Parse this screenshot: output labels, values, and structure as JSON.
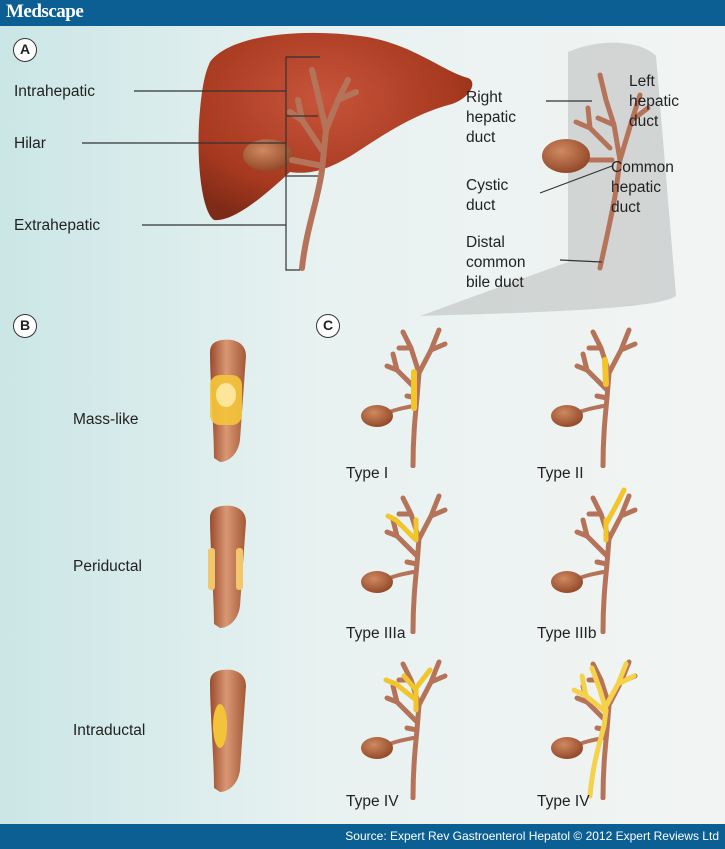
{
  "header": {
    "brand": "Medscape"
  },
  "footer": {
    "source": "Source: Expert Rev Gastroenterol Hepatol © 2012 Expert Reviews Ltd"
  },
  "panel_a": {
    "marker": "A",
    "levels": [
      "Intrahepatic",
      "Hilar",
      "Extrahepatic"
    ],
    "duct_labels": {
      "right_hepatic": [
        "Right",
        "hepatic",
        "duct"
      ],
      "left_hepatic": [
        "Left",
        "hepatic",
        "duct"
      ],
      "cystic": [
        "Cystic",
        "duct"
      ],
      "common_hepatic": [
        "Common",
        "hepatic",
        "duct"
      ],
      "distal": [
        "Distal",
        "common",
        "bile duct"
      ]
    }
  },
  "panel_b": {
    "marker": "B",
    "patterns": [
      "Mass-like",
      "Periductal",
      "Intraductal"
    ]
  },
  "panel_c": {
    "marker": "C",
    "types": [
      "Type I",
      "Type II",
      "Type IIIa",
      "Type IIIb",
      "Type IV",
      "Type IV"
    ]
  },
  "colors": {
    "brand_bar": "#0c5f93",
    "liver": "#a83a26",
    "duct": "#b5745a",
    "gallbladder": "#a9583a",
    "tumor": "#f2c52b"
  }
}
